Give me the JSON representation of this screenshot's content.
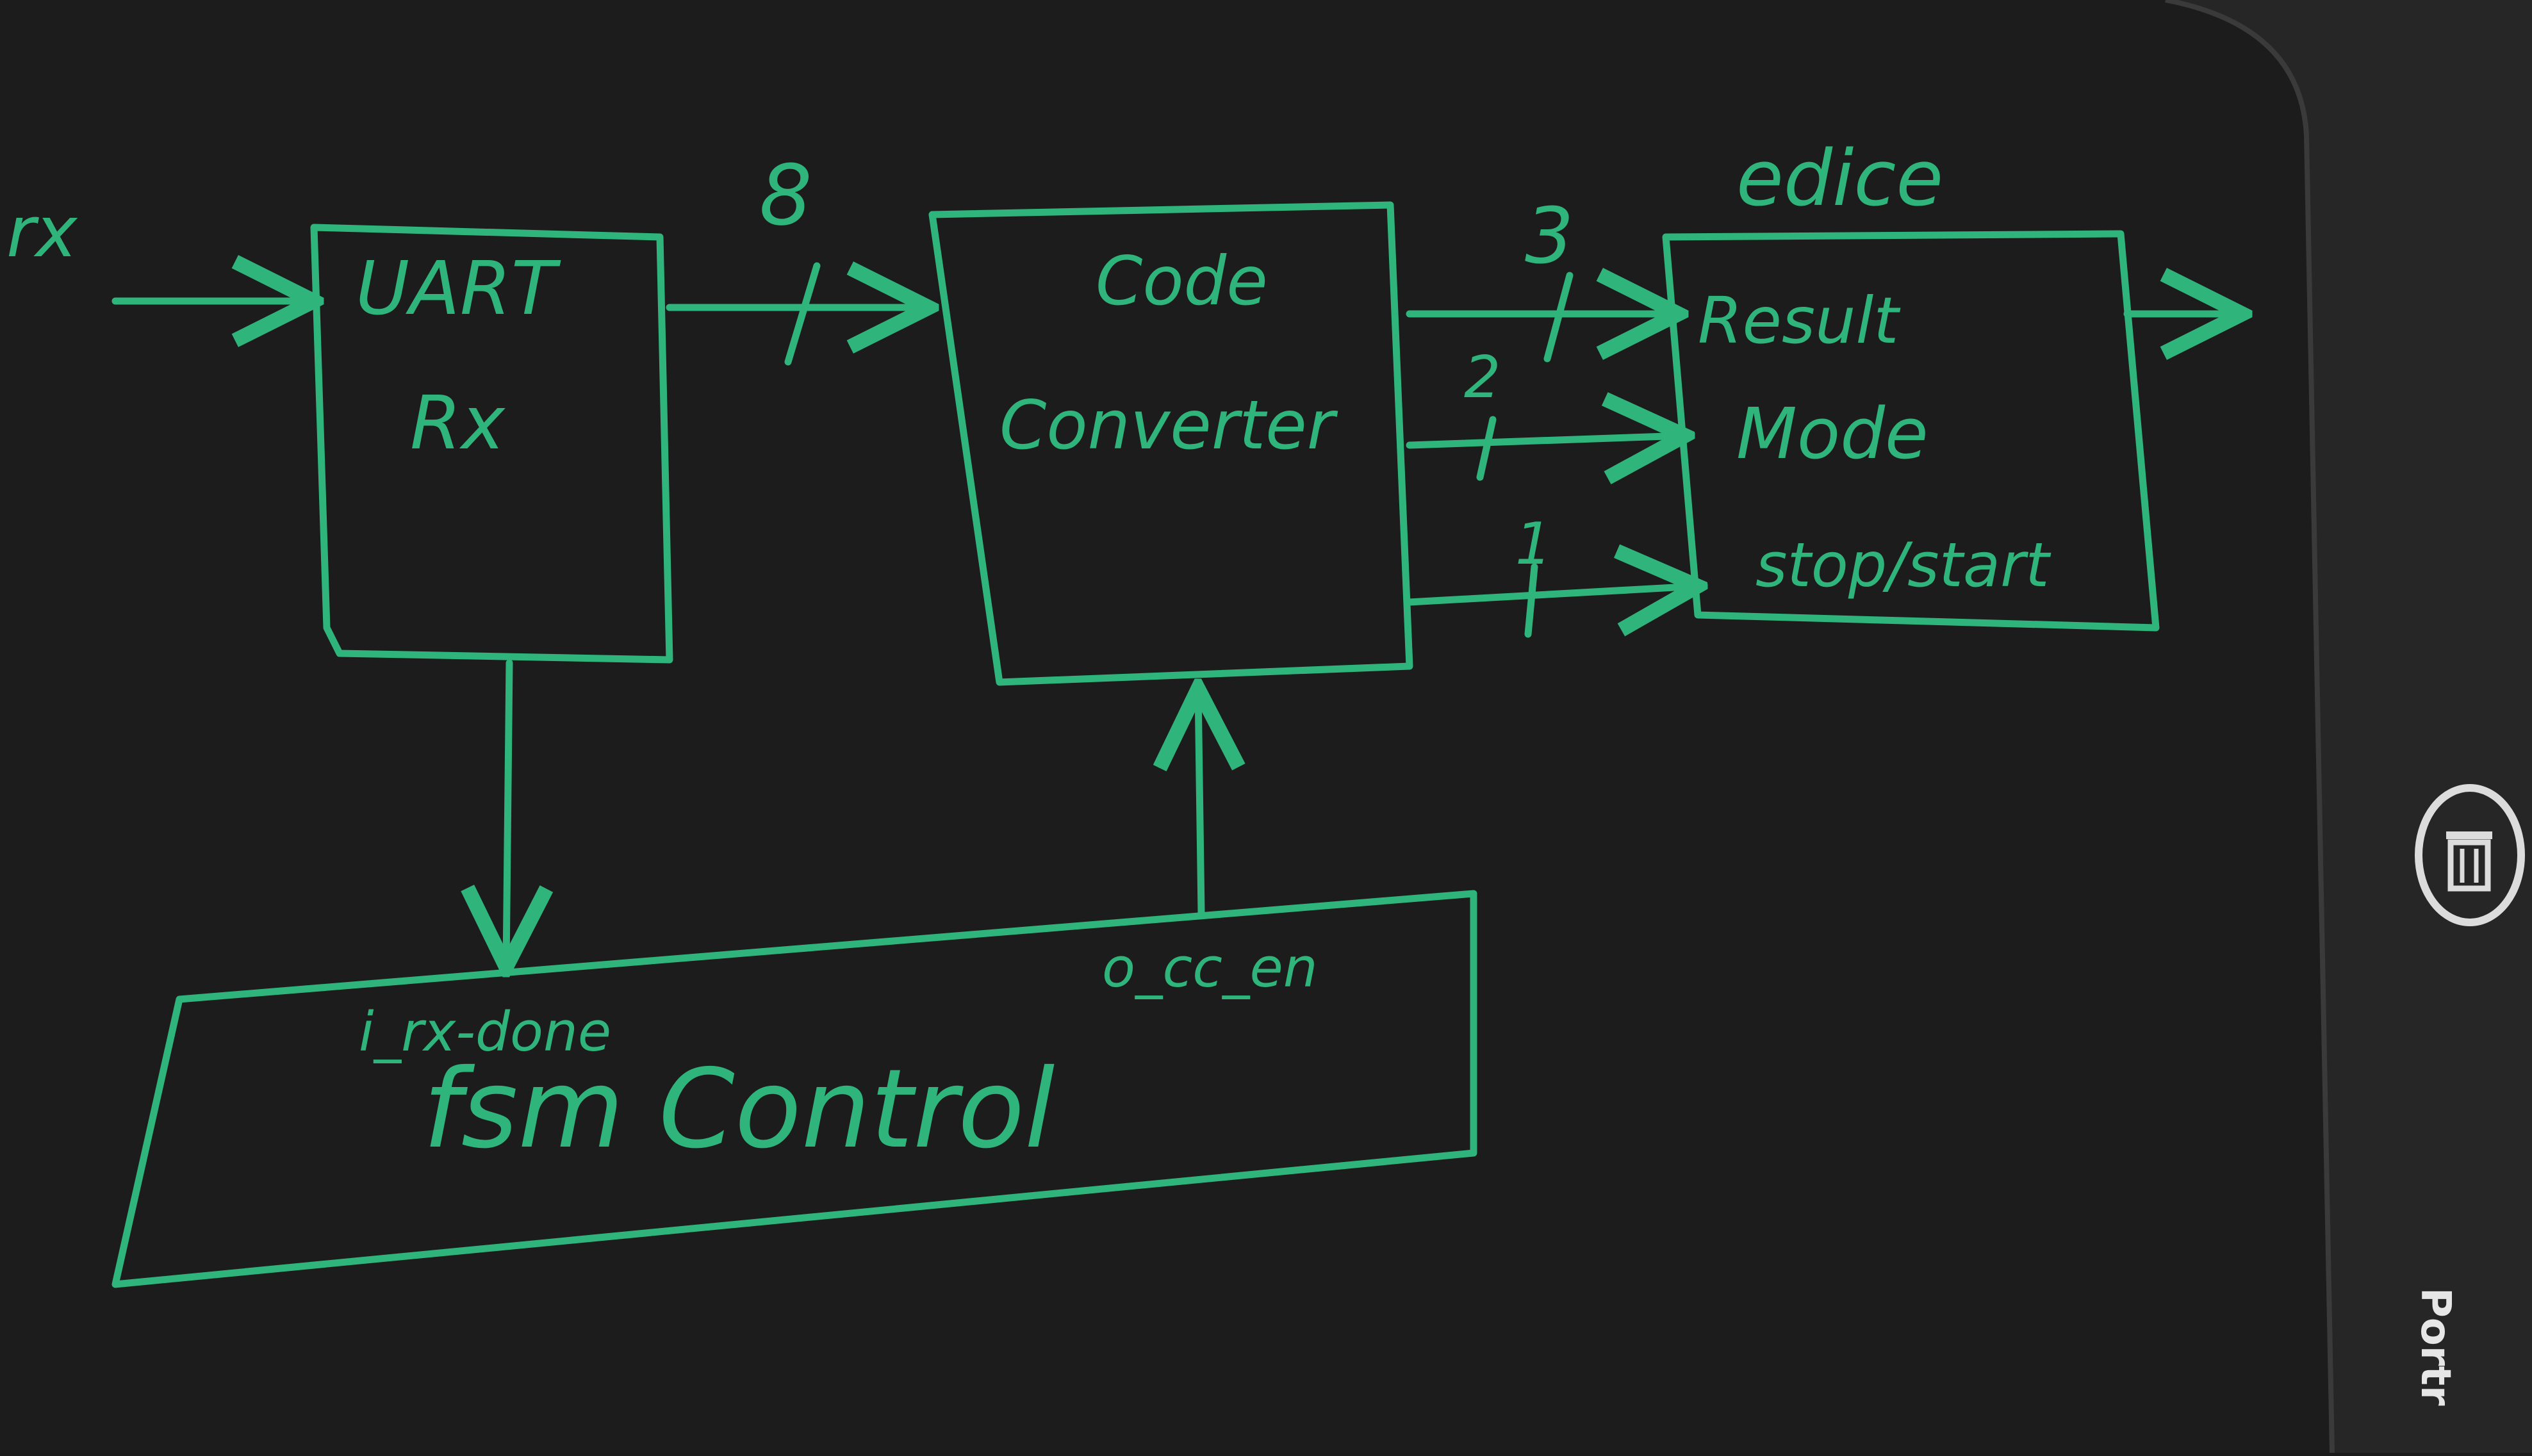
{
  "colors": {
    "ink": "#2fb57c",
    "screen": "#1d1d1d",
    "frame": "#2a2a2a",
    "frame_edge": "#3a3a3a",
    "button_ring": "#dcdcdc",
    "brand_text": "#e6e6e6"
  },
  "diagram": {
    "input_label": "rx",
    "blocks": {
      "uart": {
        "line1": "UART",
        "line2": "Rx"
      },
      "code_converter": {
        "line1": "Code",
        "line2": "Converter"
      },
      "edice": {
        "title": "edice",
        "port_result": "Result",
        "port_mode": "Mode",
        "port_stop_start": "stop/start"
      },
      "fsm": {
        "label": "fsm Control",
        "input_signal": "i_rx-done",
        "output_signal": "o_cc_en"
      }
    },
    "bus_widths": {
      "uart_to_converter": "8",
      "result": "3",
      "mode": "2",
      "stop_start": "1"
    }
  },
  "device": {
    "button_icon": "trash-icon",
    "brand": "Portr"
  }
}
